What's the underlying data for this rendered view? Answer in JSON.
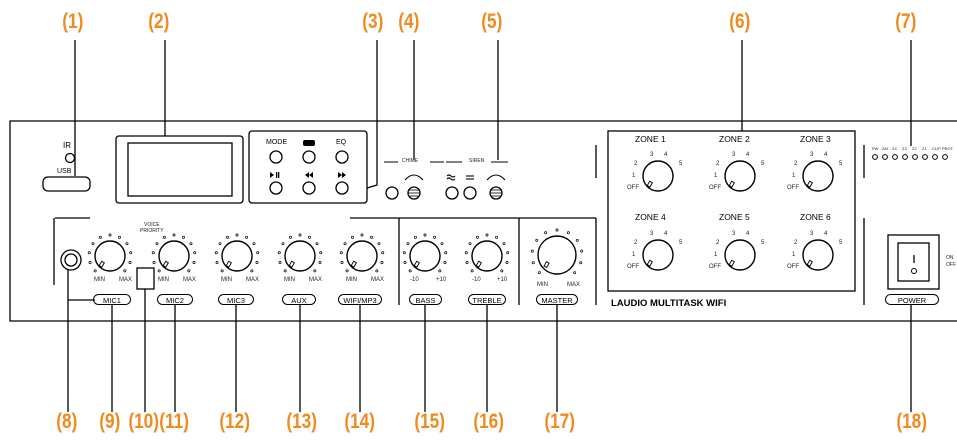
{
  "callouts": [
    "(1)",
    "(2)",
    "(3)",
    "(4)",
    "(5)",
    "(6)",
    "(7)",
    "(8)",
    "(9)",
    "(10)",
    "(11)",
    "(12)",
    "(13)",
    "(14)",
    "(15)",
    "(16)",
    "(17)",
    "(18)"
  ],
  "panel": {
    "ir": "IR",
    "usb": "USB",
    "mode": "MODE",
    "eq": "EQ",
    "chime": "CHIME",
    "siren": "SIREN",
    "voice_priority_1": "VOICE",
    "voice_priority_2": "PRIORITY",
    "brand": "LAUDIO MULTITASK WIFI",
    "power": "POWER",
    "power_on": "ON",
    "power_off": "OFF"
  },
  "channels": [
    "MIC1",
    "MIC2",
    "MIC3",
    "AUX",
    "WIFI/MP3",
    "BASS",
    "TREBLE",
    "MASTER"
  ],
  "knob_marks": {
    "min": "MIN",
    "max": "MAX",
    "minus10": "-10",
    "plus10": "+10"
  },
  "zones": [
    "ZONE 1",
    "ZONE 2",
    "ZONE 3",
    "ZONE 4",
    "ZONE 5",
    "ZONE 6"
  ],
  "zone_scale": {
    "off": "OFF",
    "s1": "1",
    "s2": "2",
    "s3": "3",
    "s4": "4",
    "s5": "5"
  },
  "led_labels": [
    "PW",
    "ZM",
    "Z4",
    "Z3",
    "Z2",
    "Z1",
    "CLIP",
    "PROT"
  ]
}
